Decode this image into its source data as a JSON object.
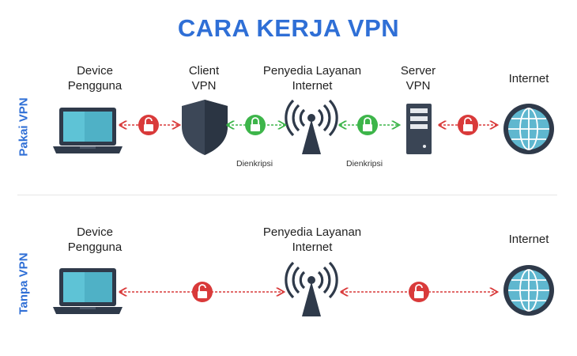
{
  "title": "CARA KERJA VPN",
  "colors": {
    "title": "#2f6fd6",
    "side_label": "#2f6fd6",
    "locked_green": "#3db54a",
    "unlocked_red": "#d93a3a",
    "laptop_body": "#2f3a4a",
    "laptop_screen": "#5ec3d6",
    "globe": "#5fb7cf"
  },
  "section_vpn": {
    "side_label": "Pakai VPN",
    "nodes": [
      {
        "label_lines": [
          "Device",
          "Pengguna"
        ],
        "icon": "laptop-icon"
      },
      {
        "label_lines": [
          "Client",
          "VPN"
        ],
        "icon": "shield-icon"
      },
      {
        "label_lines": [
          "Penyedia Layanan",
          "Internet"
        ],
        "icon": "antenna-icon"
      },
      {
        "label_lines": [
          "Server",
          "VPN"
        ],
        "icon": "server-icon"
      },
      {
        "label_lines": [
          "Internet"
        ],
        "icon": "globe-icon"
      }
    ],
    "links": [
      {
        "state": "unlocked",
        "icon": "open-lock-icon"
      },
      {
        "state": "locked",
        "icon": "lock-icon",
        "caption": "Dienkripsi"
      },
      {
        "state": "locked",
        "icon": "lock-icon",
        "caption": "Dienkripsi"
      },
      {
        "state": "unlocked",
        "icon": "open-lock-icon"
      }
    ]
  },
  "section_novpn": {
    "side_label": "Tanpa VPN",
    "nodes": [
      {
        "label_lines": [
          "Device",
          "Pengguna"
        ],
        "icon": "laptop-icon"
      },
      {
        "label_lines": [
          "Penyedia Layanan",
          "Internet"
        ],
        "icon": "antenna-icon"
      },
      {
        "label_lines": [
          "Internet"
        ],
        "icon": "globe-icon"
      }
    ],
    "links": [
      {
        "state": "unlocked",
        "icon": "open-lock-icon"
      },
      {
        "state": "unlocked",
        "icon": "open-lock-icon"
      }
    ]
  }
}
